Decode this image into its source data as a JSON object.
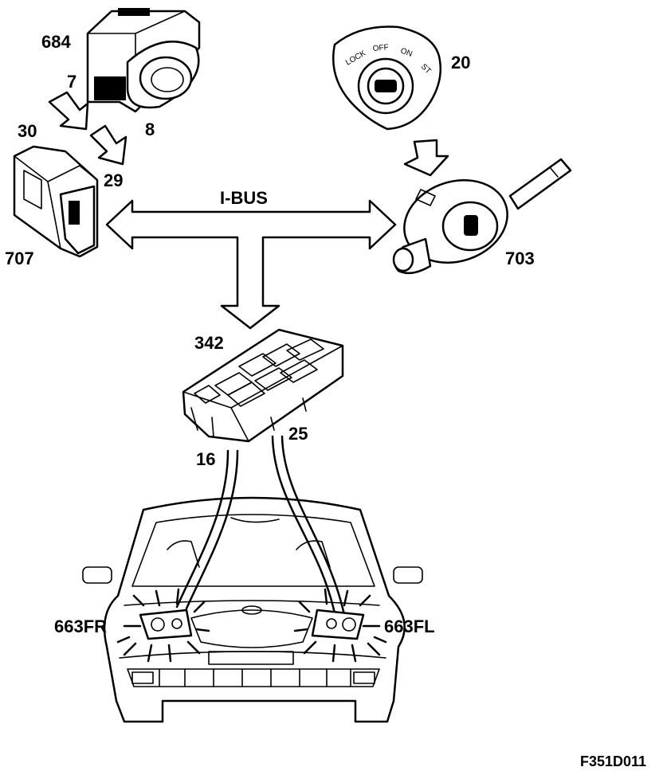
{
  "labels": {
    "ignition_light_switch": "684",
    "pin_7": "7",
    "pin_8": "8",
    "pin_30": "30",
    "pin_29": "29",
    "control_module": "707",
    "ignition_switch": "20",
    "stalk_switch": "703",
    "bus": "I-BUS",
    "fuse_box": "342",
    "wire_16": "16",
    "wire_25": "25",
    "headlamp_right": "663FR",
    "headlamp_left": "663FL",
    "figure_code": "F351D011"
  },
  "ignition_positions": [
    "LOCK",
    "OFF",
    "ON",
    "ST"
  ]
}
